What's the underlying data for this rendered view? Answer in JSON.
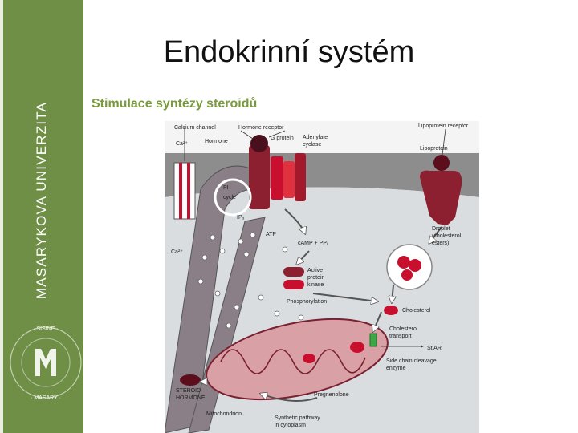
{
  "sidebar": {
    "brand": "MASARYKOVA UNIVERZITA",
    "seal_text": "SIGILLUM UNIVERSITATIS MASARYKIANAE BRUNENSIS"
  },
  "slide": {
    "title": "Endokrinní systém",
    "subtitle": "Stimulace syntézy steroidů"
  },
  "colors": {
    "sidebar_green": "#6f8f46",
    "subtitle_green": "#7a9a3e",
    "membrane": "#8d8d8d",
    "receptor": "#8c2031",
    "cell": "#d9dde0"
  },
  "diagram": {
    "labels": {
      "calcium_channel": "Calcium channel",
      "hormone_receptor": "Hormone receptor",
      "ca": "Ca²⁺",
      "hormone": "Hormone",
      "g_protein": "G protein",
      "adenylate": "Adenylate",
      "cyclase": "cyclase",
      "lipoprotein_receptor": "Lipoprotein receptor",
      "lipoprotein": "Lipoprotein",
      "pi": "PI",
      "cycle": "cycle",
      "ip3": "IP₃",
      "atp": "ATP",
      "camp": "cAMP + PPᵢ",
      "ca2": "Ca²⁺",
      "droplet": "Droplet",
      "cholesterol_paren": "(cholesterol",
      "esters": "esters)",
      "active": "Active",
      "protein": "protein",
      "kinase": "kinase",
      "phosphorylation": "Phosphorylation",
      "cholesterol": "Cholesterol",
      "cholesterol2": "Cholesterol",
      "transport": "transport",
      "star": "St AR",
      "side_chain": "Side chain cleavage",
      "enzyme": "enzyme",
      "steroid": "STEROID",
      "hormone_caps": "HORMONE",
      "pregnenolone": "Pregnenolone",
      "mitochondrion": "Mitochondrion",
      "synthetic": "Synthetic pathway",
      "in_cytoplasm": "in cytoplasm"
    }
  }
}
